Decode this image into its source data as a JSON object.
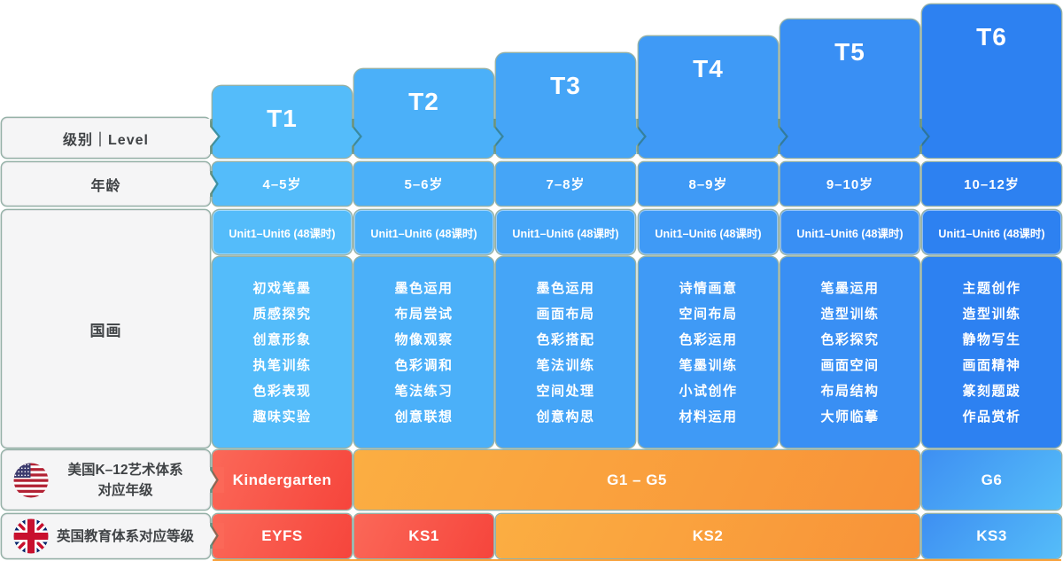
{
  "colors": {
    "grid_line": "#2E6B55",
    "label_bg": "#F5F5F6",
    "label_text": "#3F4245",
    "red_light": "#FB6858",
    "red_dark": "#F6453C",
    "orange_light": "#FBAE42",
    "orange_dark": "#F89238",
    "blue_grad_dark": "#3E8FF2",
    "blue_grad_light": "#55BDF9",
    "bottom_strip": "#F9A23C",
    "us_flag_red": "#B22234",
    "us_flag_blue": "#3C3B6E",
    "uk_flag_blue": "#012169",
    "uk_flag_red": "#C8102E"
  },
  "left_labels": {
    "level": "级别｜Level",
    "age": "年龄",
    "subject": "国画",
    "us_line1": "美国K–12艺术体系",
    "us_line2": "对应年级",
    "uk": "英国教育体系对应等级"
  },
  "columns": [
    {
      "id": "t1",
      "label": "T1",
      "age": "4–5岁",
      "unit": "Unit1–Unit6 (48课时)",
      "color": "#54BCFA",
      "topics": [
        "初戏笔墨",
        "质感探究",
        "创意形象",
        "执笔训练",
        "色彩表现",
        "趣味实验"
      ]
    },
    {
      "id": "t2",
      "label": "T2",
      "age": "5–6岁",
      "unit": "Unit1–Unit6 (48课时)",
      "color": "#4BB0F9",
      "topics": [
        "墨色运用",
        "布局尝试",
        "物像观察",
        "色彩调和",
        "笔法练习",
        "创意联想"
      ]
    },
    {
      "id": "t3",
      "label": "T3",
      "age": "7–8岁",
      "unit": "Unit1–Unit6 (48课时)",
      "color": "#45A5F7",
      "topics": [
        "墨色运用",
        "画面布局",
        "色彩搭配",
        "笔法训练",
        "空间处理",
        "创意构思"
      ]
    },
    {
      "id": "t4",
      "label": "T4",
      "age": "8–9岁",
      "unit": "Unit1–Unit6 (48课时)",
      "color": "#3F9AF6",
      "topics": [
        "诗情画意",
        "空间布局",
        "色彩运用",
        "笔墨训练",
        "小试创作",
        "材料运用"
      ]
    },
    {
      "id": "t5",
      "label": "T5",
      "age": "9–10岁",
      "unit": "Unit1–Unit6 (48课时)",
      "color": "#398FF4",
      "topics": [
        "笔墨运用",
        "造型训练",
        "色彩探究",
        "画面空间",
        "布局结构",
        "大师临摹"
      ]
    },
    {
      "id": "t6",
      "label": "T6",
      "age": "10–12岁",
      "unit": "Unit1–Unit6 (48课时)",
      "color": "#2D81F1",
      "topics": [
        "主题创作",
        "造型训练",
        "静物写生",
        "画面精神",
        "篆刻题跋",
        "作品赏析"
      ]
    }
  ],
  "us_row": {
    "cells": [
      {
        "label": "Kindergarten",
        "from": 0,
        "to": 0,
        "style": "red"
      },
      {
        "label": "G1 – G5",
        "from": 1,
        "to": 4,
        "style": "orange"
      },
      {
        "label": "G6",
        "from": 5,
        "to": 5,
        "style": "blue"
      }
    ]
  },
  "uk_row": {
    "cells": [
      {
        "label": "EYFS",
        "from": 0,
        "to": 0,
        "style": "red"
      },
      {
        "label": "KS1",
        "from": 1,
        "to": 1,
        "style": "red"
      },
      {
        "label": "KS2",
        "from": 2,
        "to": 4,
        "style": "orange"
      },
      {
        "label": "KS3",
        "from": 5,
        "to": 5,
        "style": "blue"
      }
    ]
  }
}
